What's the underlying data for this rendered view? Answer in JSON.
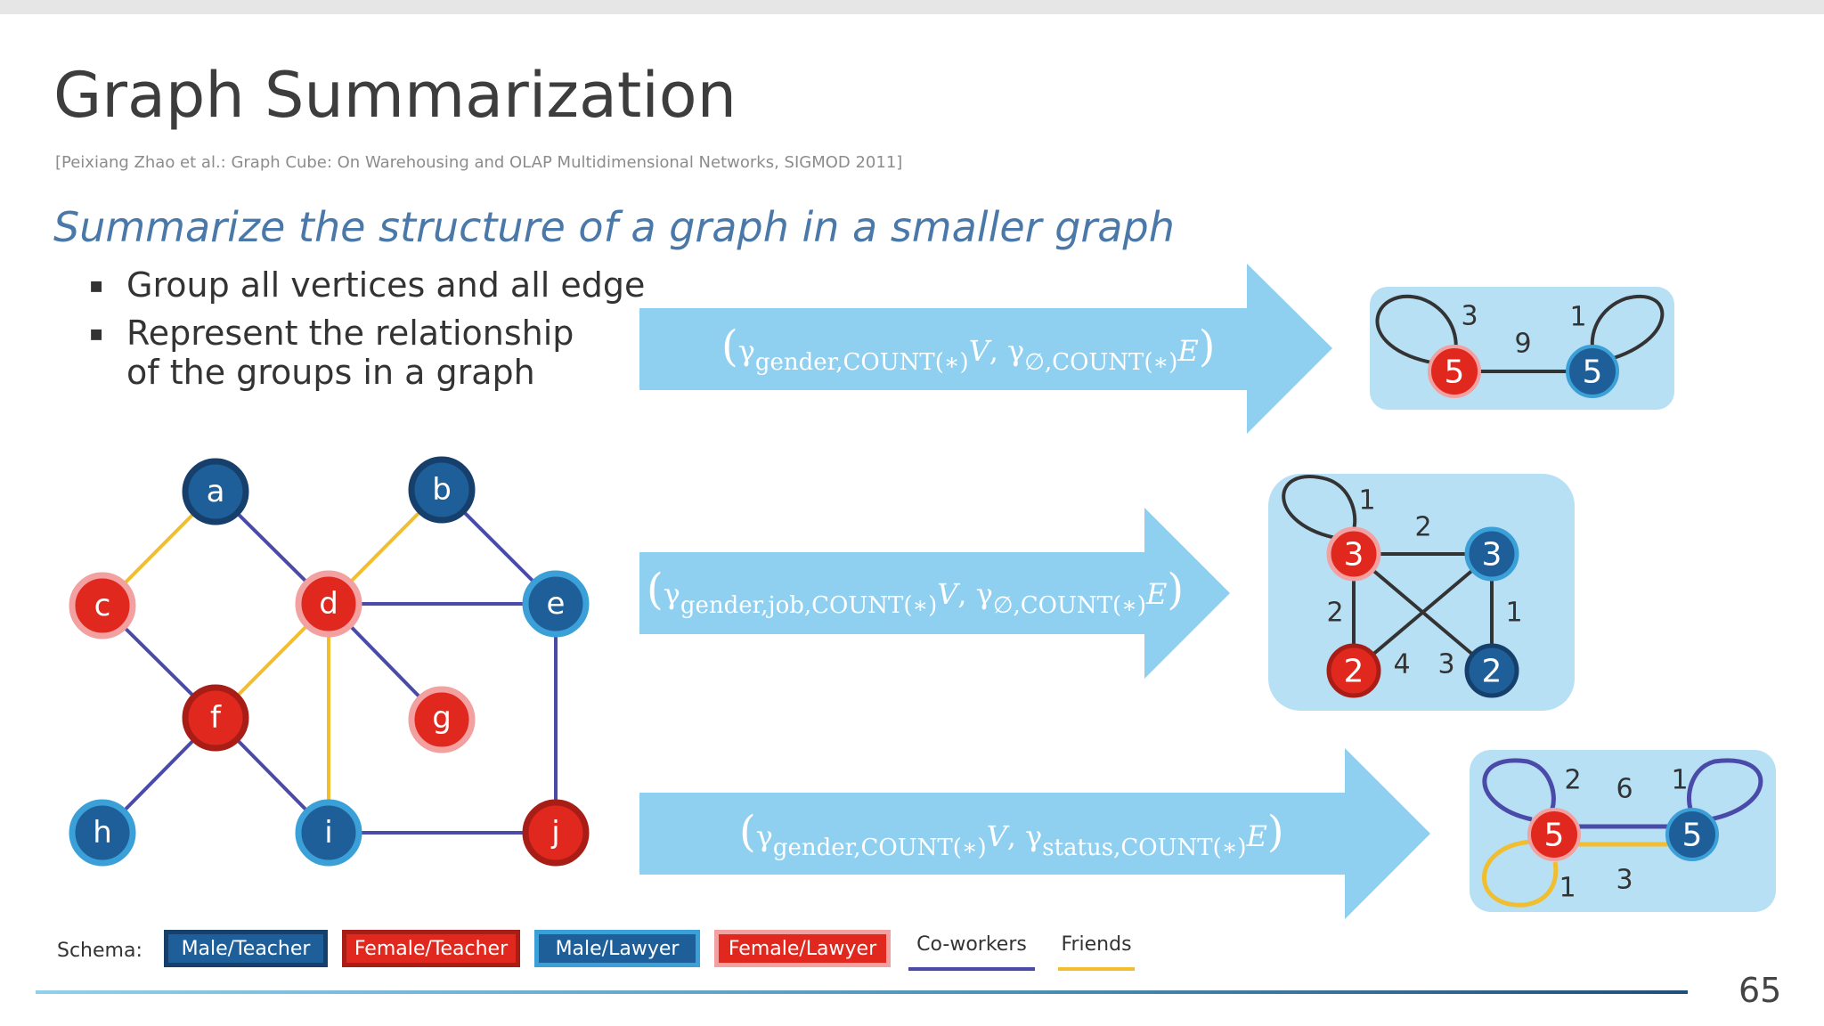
{
  "slide": {
    "title": "Graph Summarization",
    "citation": "[Peixiang Zhao et al.: Graph Cube: On Warehousing and OLAP Multidimensional Networks, SIGMOD 2011]",
    "subtitle": "Summarize the structure of a graph in a smaller graph",
    "bullets": [
      {
        "mark": "▪",
        "lines": [
          "Group all vertices and all edge"
        ]
      },
      {
        "mark": "▪",
        "lines": [
          "Represent the relationship",
          "of the groups in a graph"
        ]
      }
    ],
    "page_number": "65"
  },
  "colors": {
    "male": "#1f5f99",
    "female": "#e0281e",
    "coworkers": "#4a4aa8",
    "friends": "#f0be2e",
    "arrow": "#8fd0f0",
    "panel": "#b8e0f5"
  },
  "graph": {
    "nodes": [
      {
        "id": "a",
        "label": "a",
        "type": "male-teacher"
      },
      {
        "id": "b",
        "label": "b",
        "type": "male-teacher"
      },
      {
        "id": "c",
        "label": "c",
        "type": "female-lawyer"
      },
      {
        "id": "d",
        "label": "d",
        "type": "female-lawyer"
      },
      {
        "id": "e",
        "label": "e",
        "type": "male-lawyer"
      },
      {
        "id": "f",
        "label": "f",
        "type": "female-teacher"
      },
      {
        "id": "g",
        "label": "g",
        "type": "female-lawyer"
      },
      {
        "id": "h",
        "label": "h",
        "type": "male-lawyer"
      },
      {
        "id": "i",
        "label": "i",
        "type": "male-lawyer"
      },
      {
        "id": "j",
        "label": "j",
        "type": "female-teacher"
      }
    ],
    "edges": [
      {
        "from": "a",
        "to": "c",
        "relation": "friends"
      },
      {
        "from": "a",
        "to": "d",
        "relation": "co-workers"
      },
      {
        "from": "b",
        "to": "d",
        "relation": "friends"
      },
      {
        "from": "b",
        "to": "e",
        "relation": "co-workers"
      },
      {
        "from": "c",
        "to": "f",
        "relation": "co-workers"
      },
      {
        "from": "d",
        "to": "e",
        "relation": "co-workers"
      },
      {
        "from": "d",
        "to": "f",
        "relation": "friends"
      },
      {
        "from": "d",
        "to": "g",
        "relation": "co-workers"
      },
      {
        "from": "d",
        "to": "i",
        "relation": "friends"
      },
      {
        "from": "e",
        "to": "j",
        "relation": "co-workers"
      },
      {
        "from": "f",
        "to": "h",
        "relation": "co-workers"
      },
      {
        "from": "f",
        "to": "i",
        "relation": "co-workers"
      },
      {
        "from": "i",
        "to": "j",
        "relation": "co-workers"
      }
    ]
  },
  "summaries": [
    {
      "formula": "γ_gender,COUNT(*) V, γ_∅,COUNT(*) E",
      "formula_parts": {
        "g1": "γ",
        "s1": "gender,COUNT(∗)",
        "v": "V",
        "g2": "γ",
        "s2": "∅,COUNT(∗)",
        "e": "E"
      },
      "nodes": [
        {
          "label": "5",
          "color": "female"
        },
        {
          "label": "5",
          "color": "male"
        }
      ],
      "edge_labels": [
        "3",
        "9",
        "1"
      ]
    },
    {
      "formula": "γ_gender,job,COUNT(*) V, γ_∅,COUNT(*) E",
      "formula_parts": {
        "g1": "γ",
        "s1": "gender,job,COUNT(∗)",
        "v": "V",
        "g2": "γ",
        "s2": "∅,COUNT(∗)",
        "e": "E"
      },
      "nodes": [
        {
          "label": "3",
          "color": "female-lawyer"
        },
        {
          "label": "3",
          "color": "male-lawyer"
        },
        {
          "label": "2",
          "color": "female-teacher"
        },
        {
          "label": "2",
          "color": "male-teacher"
        }
      ],
      "edge_labels": [
        "1",
        "2",
        "2",
        "1",
        "4",
        "3"
      ]
    },
    {
      "formula": "γ_gender,COUNT(*) V, γ_status,COUNT(*) E",
      "formula_parts": {
        "g1": "γ",
        "s1": "gender,COUNT(∗)",
        "v": "V",
        "g2": "γ",
        "s2": "status,COUNT(∗)",
        "e": "E"
      },
      "nodes": [
        {
          "label": "5",
          "color": "female"
        },
        {
          "label": "5",
          "color": "male"
        }
      ],
      "edge_labels": [
        "2",
        "6",
        "1",
        "1",
        "3"
      ]
    }
  ],
  "legend": {
    "label": "Schema:",
    "items": [
      {
        "label": "Male/Teacher"
      },
      {
        "label": "Female/Teacher"
      },
      {
        "label": "Male/Lawyer"
      },
      {
        "label": "Female/Lawyer"
      }
    ],
    "lines": [
      {
        "label": "Co-workers"
      },
      {
        "label": "Friends"
      }
    ]
  }
}
